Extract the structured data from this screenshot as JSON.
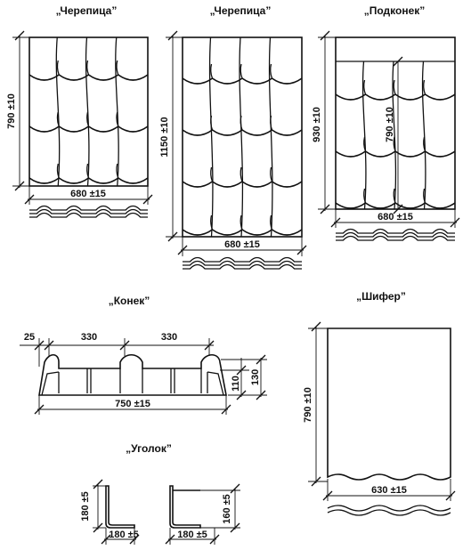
{
  "titles": {
    "cherepitsa_1": "„Черепица”",
    "cherepitsa_2": "„Черепица”",
    "podkonek": "„Подконек”",
    "konek": "„Конек”",
    "shifer": "„Шифер”",
    "ugolok": "„Уголок”"
  },
  "dims": {
    "cherepitsa_1_height": "790 ±10",
    "cherepitsa_1_width": "680 ±15",
    "cherepitsa_2_height": "1150 ±10",
    "cherepitsa_2_width": "680 ±15",
    "podkonek_height": "930 ±10",
    "podkonek_inner_height": "790 ±10",
    "podkonek_width": "680 ±15",
    "konek_left_offset": "25",
    "konek_span_1": "330",
    "konek_span_2": "330",
    "konek_height_110": "110",
    "konek_height_130": "130",
    "konek_width": "750 ±15",
    "shifer_height": "790 ±10",
    "shifer_width": "630 ±15",
    "ugolok_1_height": "180 ±5",
    "ugolok_1_width": "180 ±5",
    "ugolok_2_height": "160 ±5",
    "ugolok_2_width": "180 ±5"
  }
}
